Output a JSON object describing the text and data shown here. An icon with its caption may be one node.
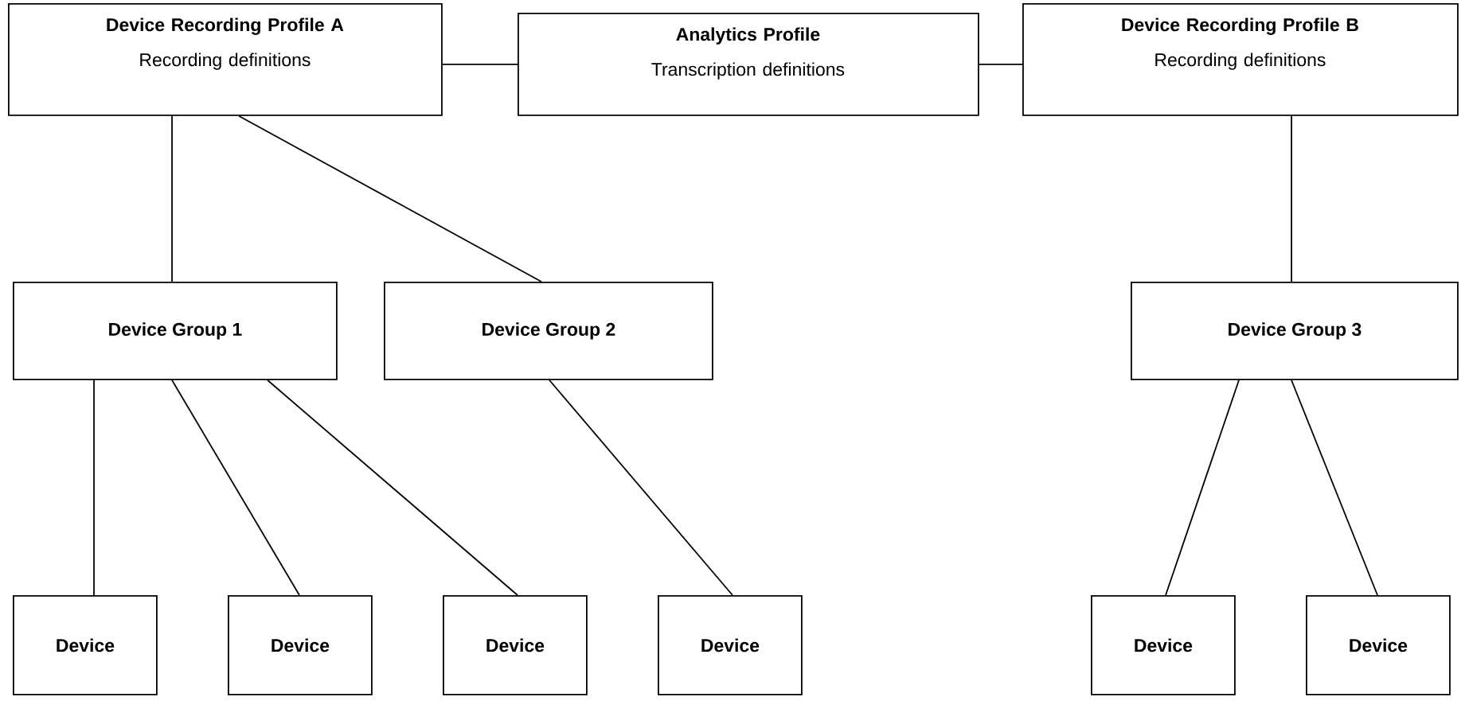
{
  "diagram": {
    "nodes": [
      {
        "text": [
          "Device Recording Profile A",
          "Recording definitions"
        ]
      },
      {
        "text": [
          "Analytics Profile",
          "Transcription definitions"
        ]
      },
      {
        "text": [
          "Device Recording Profile B",
          "Recording definitions"
        ]
      },
      {
        "text": [
          "Device Group 1"
        ]
      },
      {
        "text": [
          "Device Group 2"
        ]
      },
      {
        "text": [
          "Device Group 3"
        ]
      },
      {
        "text": [
          "Device"
        ]
      },
      {
        "text": [
          "Device"
        ]
      },
      {
        "text": [
          "Device"
        ]
      },
      {
        "text": [
          "Device"
        ]
      },
      {
        "text": [
          "Device"
        ]
      },
      {
        "text": [
          "Device"
        ]
      }
    ],
    "edges": [
      {
        "from": 0,
        "to": 1,
        "arrow": "none"
      },
      {
        "from": 1,
        "to": 2,
        "arrow": "none"
      },
      {
        "from": 0,
        "to": 3,
        "arrow": "none"
      },
      {
        "from": 0,
        "to": 4,
        "arrow": "none"
      },
      {
        "from": 2,
        "to": 5,
        "arrow": "none"
      },
      {
        "from": 3,
        "to": 6,
        "arrow": "none"
      },
      {
        "from": 3,
        "to": 7,
        "arrow": "none"
      },
      {
        "from": 3,
        "to": 8,
        "arrow": "none"
      },
      {
        "from": 4,
        "to": 9,
        "arrow": "none"
      },
      {
        "from": 5,
        "to": 10,
        "arrow": "none"
      },
      {
        "from": 5,
        "to": 11,
        "arrow": "none"
      }
    ]
  }
}
